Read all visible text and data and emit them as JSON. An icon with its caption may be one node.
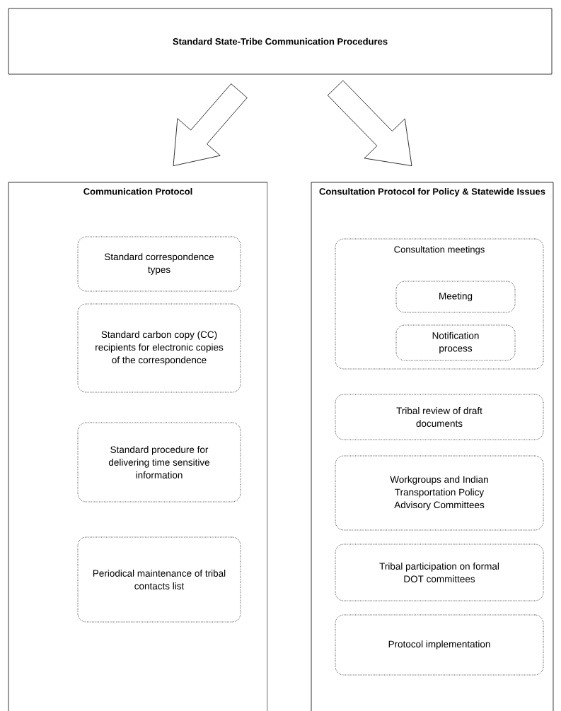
{
  "diagram": {
    "nodes": [
      {
        "text": [
          "Standard State-Tribe Communication Procedures"
        ]
      },
      {
        "text": [
          "Communication Protocol"
        ]
      },
      {
        "text": [
          "Standard correspondence types"
        ],
        "in": 1
      },
      {
        "text": [
          "Standard carbon copy (CC) recipients for electronic copies of the correspondence"
        ],
        "in": 1
      },
      {
        "text": [
          "Standard procedure for delivering time sensitive information"
        ],
        "in": 1
      },
      {
        "text": [
          "Periodical maintenance of tribal contacts list"
        ],
        "in": 1
      },
      {
        "text": [
          "Consultation Protocol for Policy & Statewide Issues"
        ]
      },
      {
        "text": [
          "Consultation meetings"
        ],
        "in": 6
      },
      {
        "text": [
          "Meeting"
        ],
        "in": 7
      },
      {
        "text": [
          "Notification process"
        ],
        "in": 7
      },
      {
        "text": [
          "Tribal review of draft documents"
        ],
        "in": 6
      },
      {
        "text": [
          "Workgroups and Indian Transportation Policy Advisory Committees"
        ],
        "in": 6
      },
      {
        "text": [
          "Tribal participation on formal DOT committees"
        ],
        "in": 6
      },
      {
        "text": [
          "Protocol implementation"
        ],
        "in": 6
      }
    ],
    "edges": [
      {
        "from": 0,
        "to": 1,
        "arrow": "to"
      },
      {
        "from": 0,
        "to": 6,
        "arrow": "to"
      }
    ]
  }
}
